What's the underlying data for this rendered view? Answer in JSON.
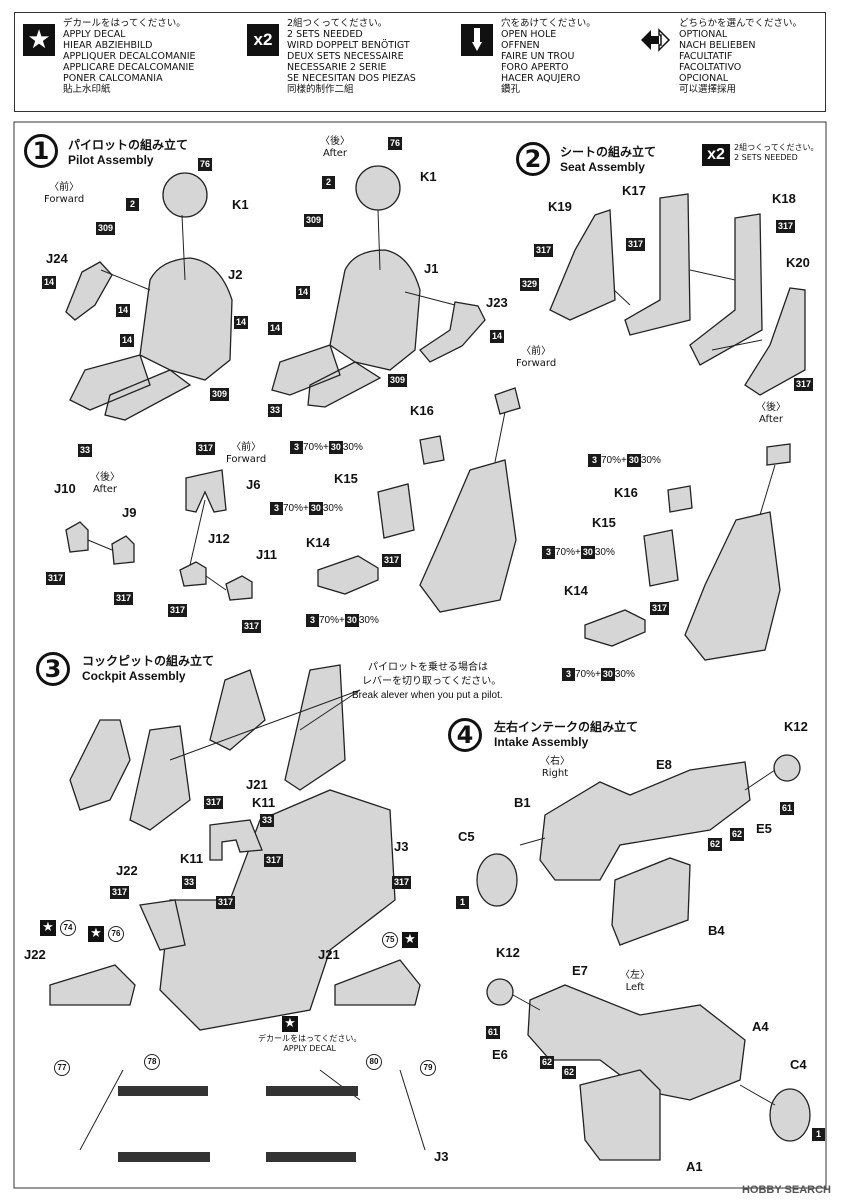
{
  "legend": [
    {
      "icon": "star-icon",
      "lines": [
        "デカールをはってください。",
        "APPLY DECAL",
        "HIEAR ABZIEHBILD",
        "APPLIQUER DECALCOMANIE",
        "APPLICARE DECALCOMANIE",
        "PONER CALCOMANIA",
        "貼上水印紙"
      ]
    },
    {
      "icon": "x2-icon",
      "symbol": "x2",
      "lines": [
        "2組つくってください。",
        "2 SETS NEEDED",
        "WIRD DOPPELT BENÖTIGT",
        "DEUX SETS NECESSAIRE",
        "NECESSARIE 2 SERIE",
        "SE NECESITAN DOS PIEZAS",
        "同樣的制作二組"
      ]
    },
    {
      "icon": "drill-icon",
      "lines": [
        "穴をあけてください。",
        "OPEN HOLE",
        "OFFNEN",
        "FAIRE UN TROU",
        "FORO APERTO",
        "HACER AQUJERO",
        "鑽孔"
      ]
    },
    {
      "icon": "optional-icon",
      "lines": [
        "どちらかを選んでください。",
        "OPTIONAL",
        "NACH BELIEBEN",
        "FACULTATIF",
        "FACOLTATIVO",
        "OPCIONAL",
        "可以選擇採用"
      ]
    }
  ],
  "sections": {
    "s1": {
      "num": "1",
      "jp": "パイロットの組み立て",
      "en": "Pilot Assembly"
    },
    "s2": {
      "num": "2",
      "jp": "シートの組み立て",
      "en": "Seat Assembly",
      "x2": "x2",
      "x2_jp": "2組つくってください。",
      "x2_en": "2 SETS NEEDED"
    },
    "s3": {
      "num": "3",
      "jp": "コックピットの組み立て",
      "en": "Cockpit Assembly",
      "note_jp1": "パイロットを乗せる場合は",
      "note_jp2": "レバーを切り取ってください。",
      "note_en": "Break alever when you put a pilot."
    },
    "s4": {
      "num": "4",
      "jp": "左右インテークの組み立て",
      "en": "Intake Assembly"
    }
  },
  "dirs": {
    "forward": {
      "jp": "前",
      "en": "Forward"
    },
    "after": {
      "jp": "後",
      "en": "After"
    },
    "right": {
      "jp": "右",
      "en": "Right"
    },
    "left": {
      "jp": "左",
      "en": "Left"
    }
  },
  "mix": {
    "a": "3",
    "b": "30",
    "a_pct": "70%",
    "b_pct": "30%"
  },
  "decal_note": {
    "jp": "デカールをはってください。",
    "en": "APPLY DECAL"
  },
  "parts": {
    "K1": "K1",
    "K1b": "K1",
    "J2": "J2",
    "J1": "J1",
    "J24": "J24",
    "J23": "J23",
    "J10": "J10",
    "J9": "J9",
    "J6": "J6",
    "J12": "J12",
    "J11": "J11",
    "K16": "K16",
    "K15": "K15",
    "K14": "K14",
    "K16b": "K16",
    "K15b": "K15",
    "K14b": "K14",
    "K19": "K19",
    "K17": "K17",
    "K18": "K18",
    "K20": "K20",
    "J21": "J21",
    "K11": "K11",
    "K11b": "K11",
    "J3": "J3",
    "J22": "J22",
    "J22b": "J22",
    "J21b": "J21",
    "J3b": "J3",
    "K12": "K12",
    "K12b": "K12",
    "E8": "E8",
    "B1": "B1",
    "C5": "C5",
    "E5": "E5",
    "B4": "B4",
    "E7": "E7",
    "A4": "A4",
    "E6": "E6",
    "C4": "C4",
    "A1": "A1"
  },
  "paint": {
    "p76": "76",
    "p2": "2",
    "p309": "309",
    "p14": "14",
    "p33": "33",
    "p317": "317",
    "p329": "329",
    "p61": "61",
    "p62": "62",
    "p1": "1"
  },
  "decals": {
    "d74": "74",
    "d76": "76",
    "d75": "75",
    "d77": "77",
    "d78": "78",
    "d80": "80",
    "d79": "79"
  },
  "watermark": "HOBBY SEARCH"
}
